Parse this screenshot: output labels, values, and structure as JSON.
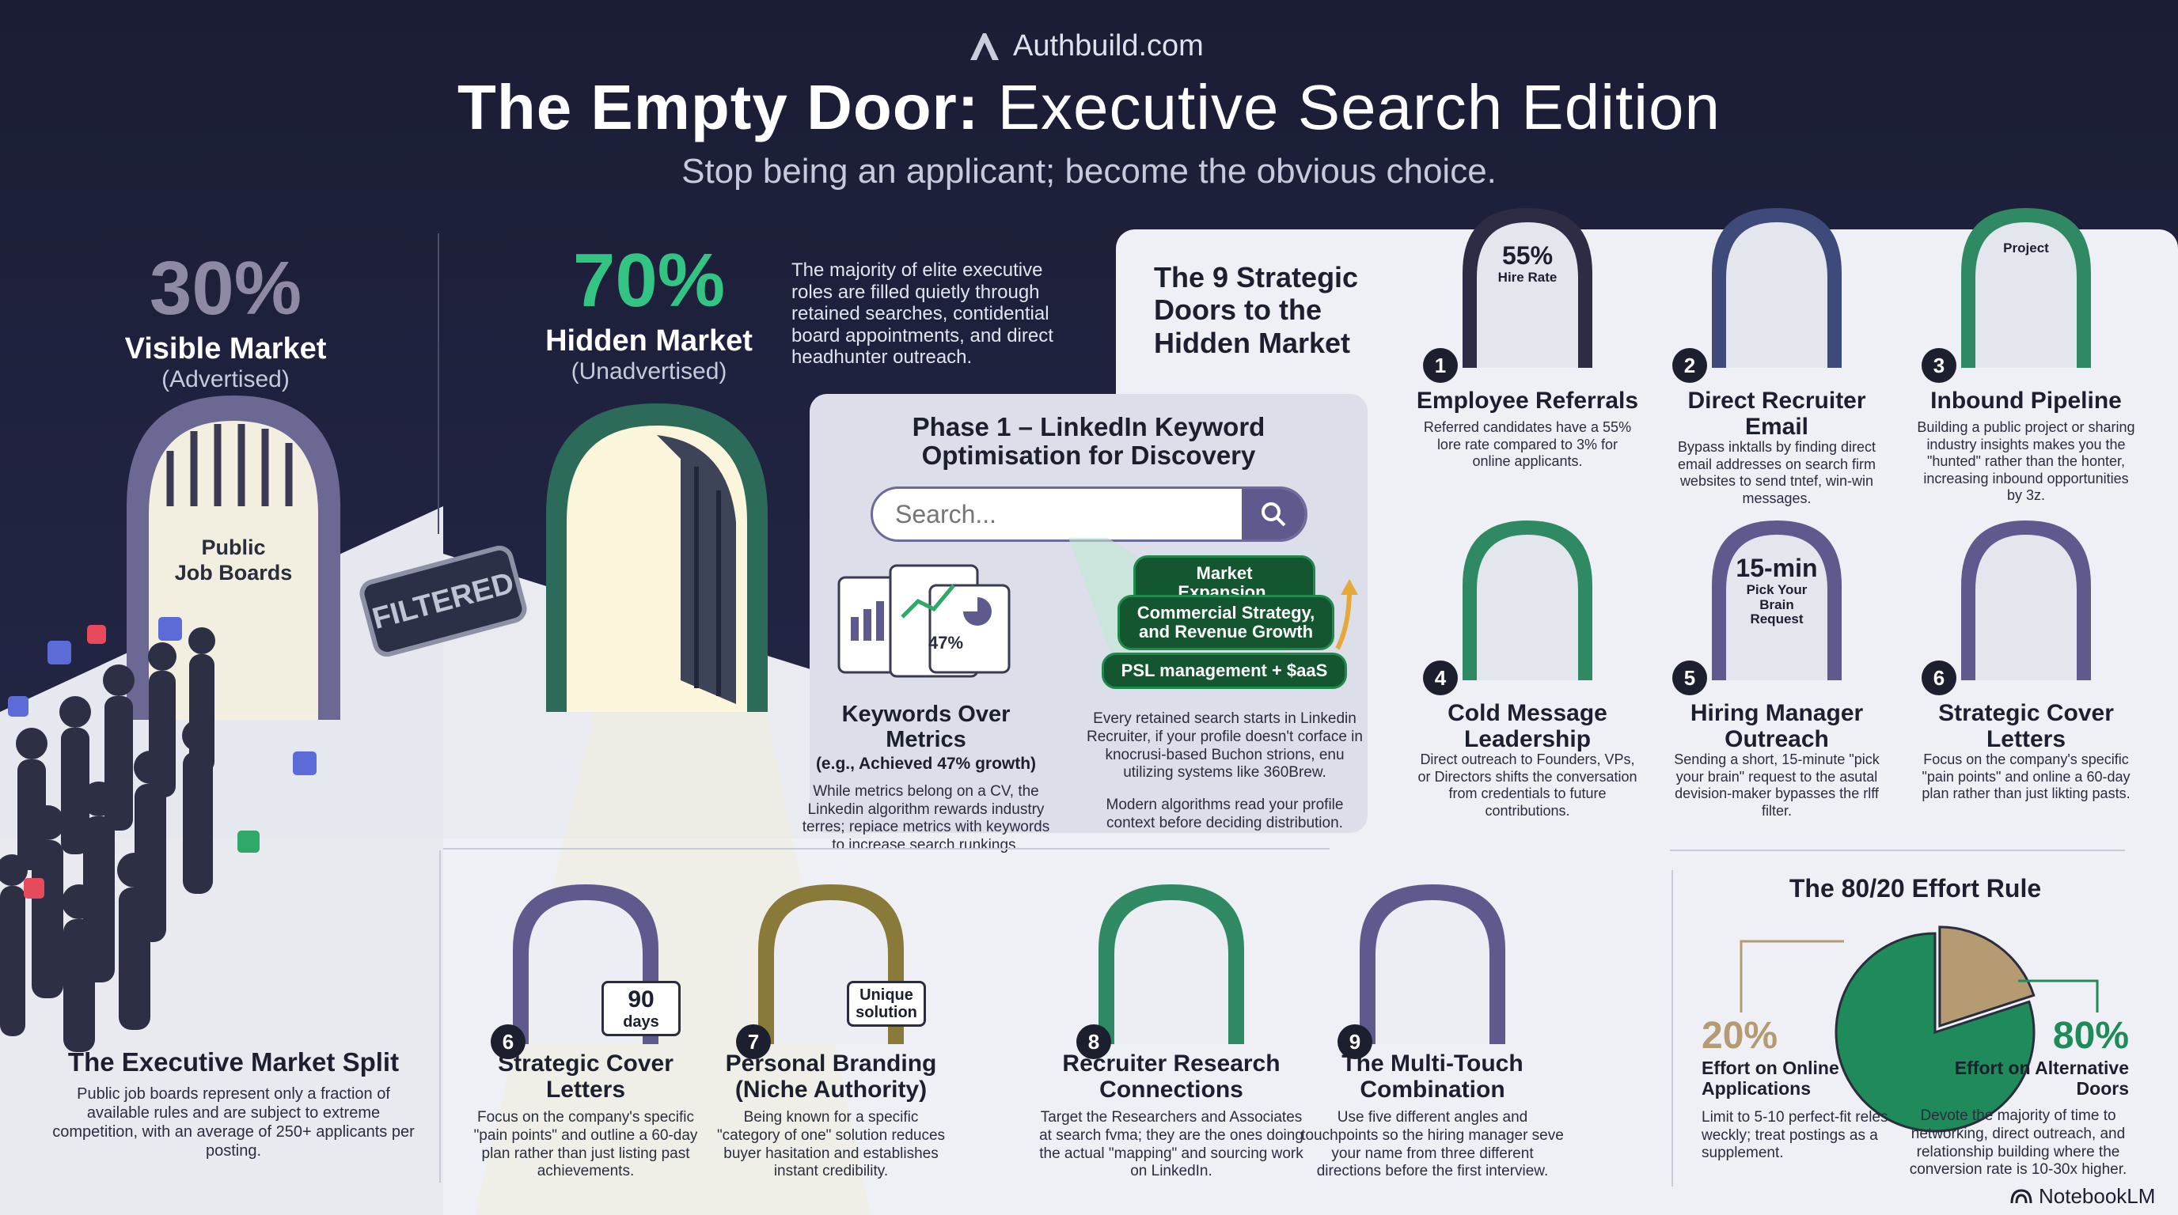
{
  "brand": "Authbuild.com",
  "title_light": "The ",
  "title_bold": "The Empty Door:",
  "title_rest": " Executive Search Edition",
  "subtitle": "Stop being an applicant; become the obvious choice.",
  "visible_market": {
    "pct": "30%",
    "label": "Visible Market",
    "sub": "(Advertised)",
    "door_label_1": "Public",
    "door_label_2": "Job Boards",
    "stamp": "FILTERED"
  },
  "hidden_market": {
    "pct": "70%",
    "label": "Hidden Market",
    "sub": "(Unadvertised)",
    "desc": "The majority of elite executive roles are filled quietly through retained searches, contidential board appointments, and direct headhunter outreach."
  },
  "market_split": {
    "title": "The Executive Market Split",
    "text": "Public job boards represent only a fraction of available rules and are subject to extreme competition, with an average of 250+ applicants per posting."
  },
  "phase1": {
    "title_1": "Phase 1 – LinkedIn Keyword",
    "title_2": "Optimisation for Discovery",
    "search_placeholder": "Search...",
    "pills": [
      "Market Expansion,",
      "Commercial Strategy, and Revenue Growth",
      "PSL management + $aaS"
    ],
    "chart_pct": "47%",
    "kw_title": "Keywords Over Metrics",
    "kw_sub": "(e.g., Achieved 47% growth)",
    "kw_text": "While metrics belong on a CV, the Linkedin algorithm rewards industry terres; repiace metrics with keywords to increase search runkings.",
    "right_text_1": "Every retained search starts in Linkedin Recruiter, if your profile doesn't corface in knocrusi-based Buchon strions, enu utilizing systems like 360Brew.",
    "right_text_2": "Modern algorithms read your profile context before deciding distribution."
  },
  "doors_heading": "The 9 Strategic Doors to the Hidden Market",
  "doors": [
    {
      "num": "1",
      "title": "Employee Referrals",
      "badge_big": "55%",
      "badge_small": "Hire Rate",
      "text": "Referred candidates have a 55% lore rate compared to 3% for online applicants."
    },
    {
      "num": "2",
      "title": "Direct Recruiter Email",
      "text": "Bypass inktalls by finding direct email addresses on search firm websites to send tntef, win-win messages."
    },
    {
      "num": "3",
      "title": "Inbound Pipeline",
      "badge_small": "Project",
      "text": "Building a public project or sharing industry insights makes you the \"hunted\" rather than the honter, increasing inbound opportunities by 3z."
    },
    {
      "num": "4",
      "title": "Cold Message Leadership",
      "text": "Direct outreach to Founders, VPs, or Directors shifts the conversation from credentials to future contributions."
    },
    {
      "num": "5",
      "title": "Hiring Manager Outreach",
      "badge_big": "15-min",
      "badge_small": "Pick Your Brain Request",
      "text": "Sending a short, 15-minute \"pick your brain\" request to the asutal devision-maker bypasses the rlff filter."
    },
    {
      "num": "6",
      "title": "Strategic Cover Letters",
      "text": "Focus on the company's specific \"pain points\" and online a 60-day plan rather than just likting pasts."
    }
  ],
  "bottom_cards": [
    {
      "num": "6",
      "title": "Strategic Cover Letters",
      "badge_big": "90",
      "badge_small": "days",
      "text": "Focus on the company's specific \"pain points\" and outline a 60-day plan rather than just listing past achievements."
    },
    {
      "num": "7",
      "title": "Personal Branding (Niche Authority)",
      "badge_small": "Unique solution",
      "text": "Being known for a specific \"category of one\" solution reduces buyer hasitation and establishes instant credibility."
    },
    {
      "num": "8",
      "title": "Recruiter Research Connections",
      "text": "Target the Researchers and Associates at search fvma; they are the ones doing the actual \"mapping\" and sourcing work on LinkedIn."
    },
    {
      "num": "9",
      "title": "The Multi-Touch Combination",
      "text": "Use five different angles and touchpoints so the hiring manager seve your name from three different directions before the first interview."
    }
  ],
  "effort": {
    "title": "The 80/20 Effort Rule",
    "left_pct": "20%",
    "left_label": "Effort on Online Applications",
    "left_text": "Limit to 5-10 perfect-fit reles weckly; treat postings as a supplement.",
    "right_pct": "80%",
    "right_label": "Effort on Alternative Doors",
    "right_text": "Devote the majority of time to networking, direct outreach, and relationship building where the conversion rate is 10-30x higher.",
    "chart_data": {
      "type": "pie",
      "values": [
        20,
        80
      ],
      "colors": [
        "#b59a72",
        "#1f8a5a"
      ]
    }
  },
  "footer_brand": "NotebookLM",
  "colors": {
    "dark_bg": "#1e2140",
    "accent_green": "#2fbf7a",
    "accent_purple": "#6b5aa8",
    "badge_gold": "#f3e3b0"
  }
}
